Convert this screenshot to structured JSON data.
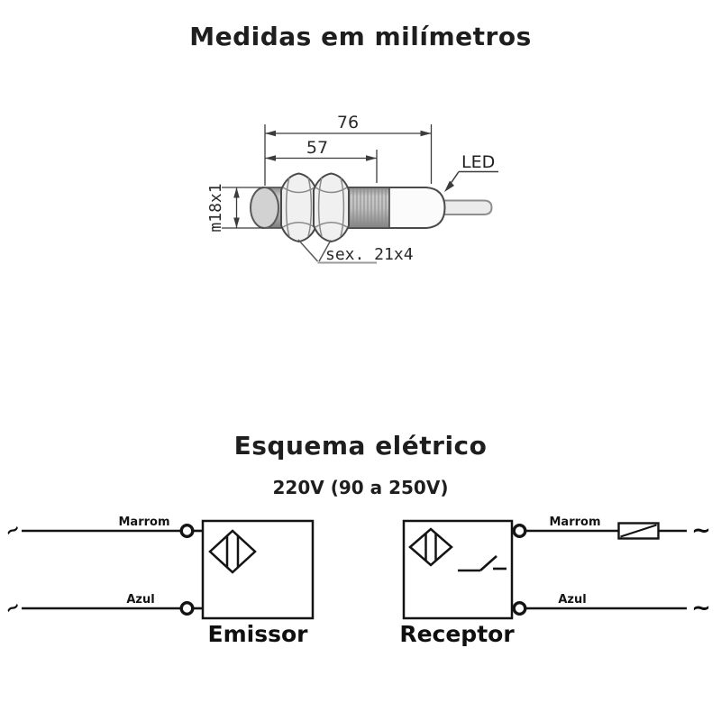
{
  "dimension_diagram": {
    "title": "Medidas em milímetros",
    "dim_total_length": "76",
    "dim_thread_length": "57",
    "thread_spec": "m18x1",
    "hex_spec": "sex. 21x4",
    "led_label": "LED"
  },
  "schematic": {
    "title": "Esquema elétrico",
    "voltage": "220V (90 a 250V)",
    "ac_symbol": "~",
    "emissor": {
      "label": "Emissor",
      "wire_top": "Marrom",
      "wire_bottom": "Azul"
    },
    "receptor": {
      "label": "Receptor",
      "wire_top": "Marrom",
      "wire_bottom": "Azul"
    }
  },
  "colors": {
    "background": "#ffffff",
    "text": "#1e1e1e",
    "drawing_line": "#4a4a4a",
    "dimension_line": "#3c3c3c",
    "schematic_line": "#141414",
    "metal_gray": "#b2b2b2",
    "face_gray": "#d2d2d2"
  }
}
